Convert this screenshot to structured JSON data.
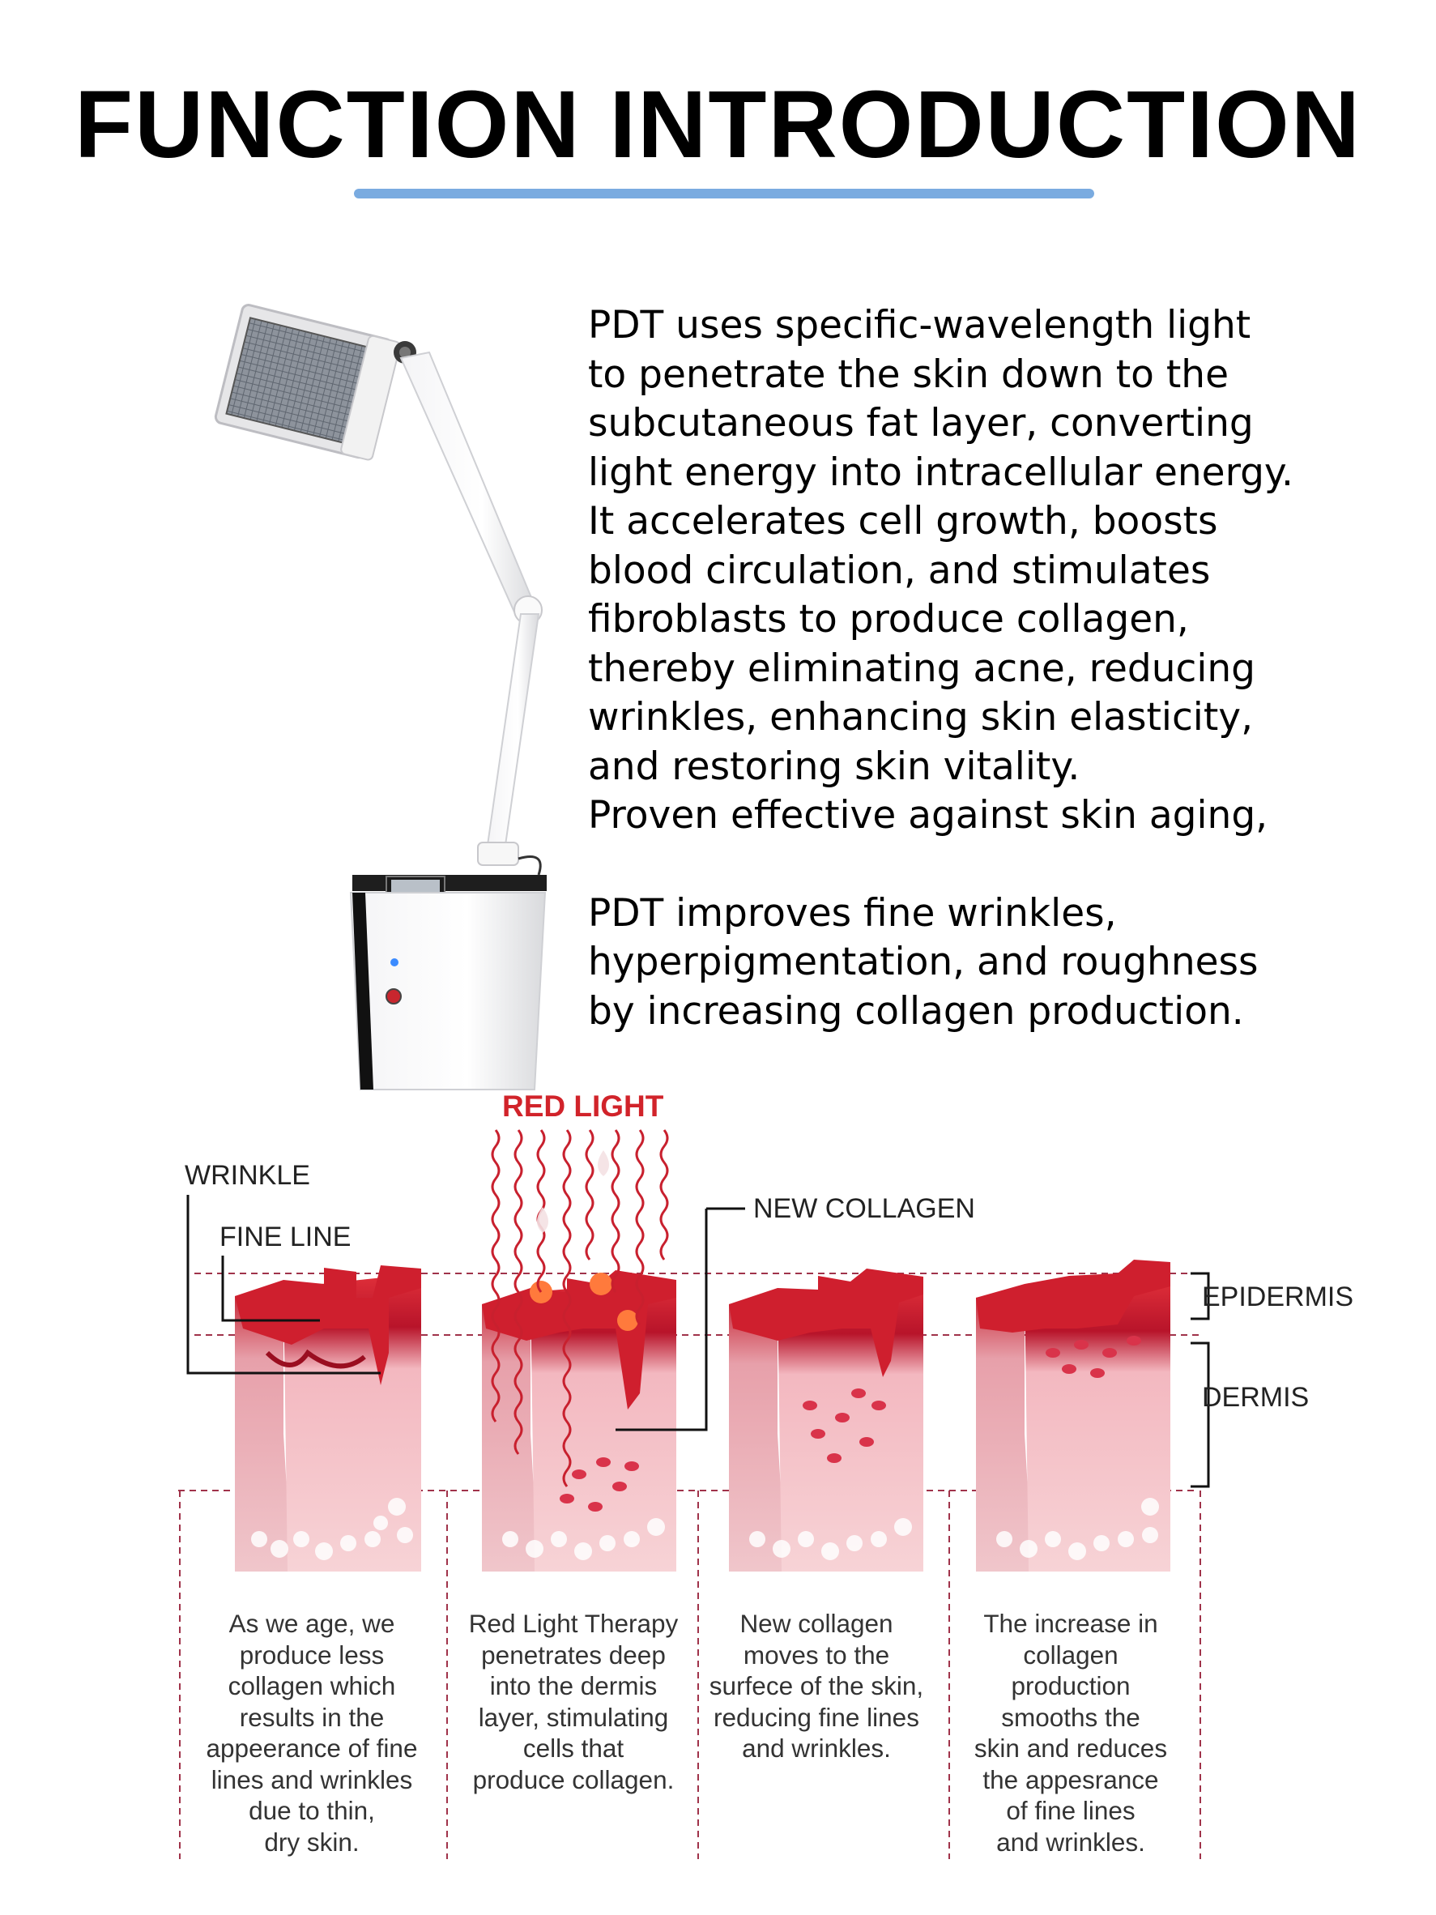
{
  "title": "FUNCTION INTRODUCTION",
  "intro": {
    "paragraph1": "PDT uses specific-wavelength light\nto penetrate the skin down to the\nsubcutaneous fat layer, converting\nlight energy into intracellular energy.\n It accelerates cell growth, boosts\nblood circulation, and stimulates\nfibroblasts to produce collagen,\nthereby eliminating acne, reducing\nwrinkles, enhancing skin elasticity,\nand restoring skin vitality.\nProven effective against skin aging,",
    "paragraph2": "PDT improves fine wrinkles,\nhyperpigmentation, and roughness\nby increasing collagen production."
  },
  "diagram": {
    "labels": {
      "red_light": "RED LIGHT",
      "wrinkle": "WRINKLE",
      "fine_line": "FINE LINE",
      "new_collagen": "NEW COLLAGEN",
      "epidermis": "EPIDERMIS",
      "dermis": "DERMIS"
    },
    "captions": [
      "As we age, we\nproduce less\ncollagen which\nresults in the\nappeerance of fine\nlines and wrinkles\ndue to thin,\ndry skin.",
      "Red Light Therapy\npenetrates deep\ninto the dermis\nlayer, stimulating\ncells that\nproduce collagen.",
      "New collagen\nmoves to the\nsurfece of the skin,\nreducing fine lines\nand wrinkles.",
      "The increase in\ncollagen\nproduction\nsmooths the\nskin and reduces\nthe appesrance\nof fine lines\nand wrinkles."
    ]
  },
  "colors": {
    "accent_underline": "#7aabe0",
    "red_label": "#d1232a",
    "guide_line": "#a0334a"
  }
}
